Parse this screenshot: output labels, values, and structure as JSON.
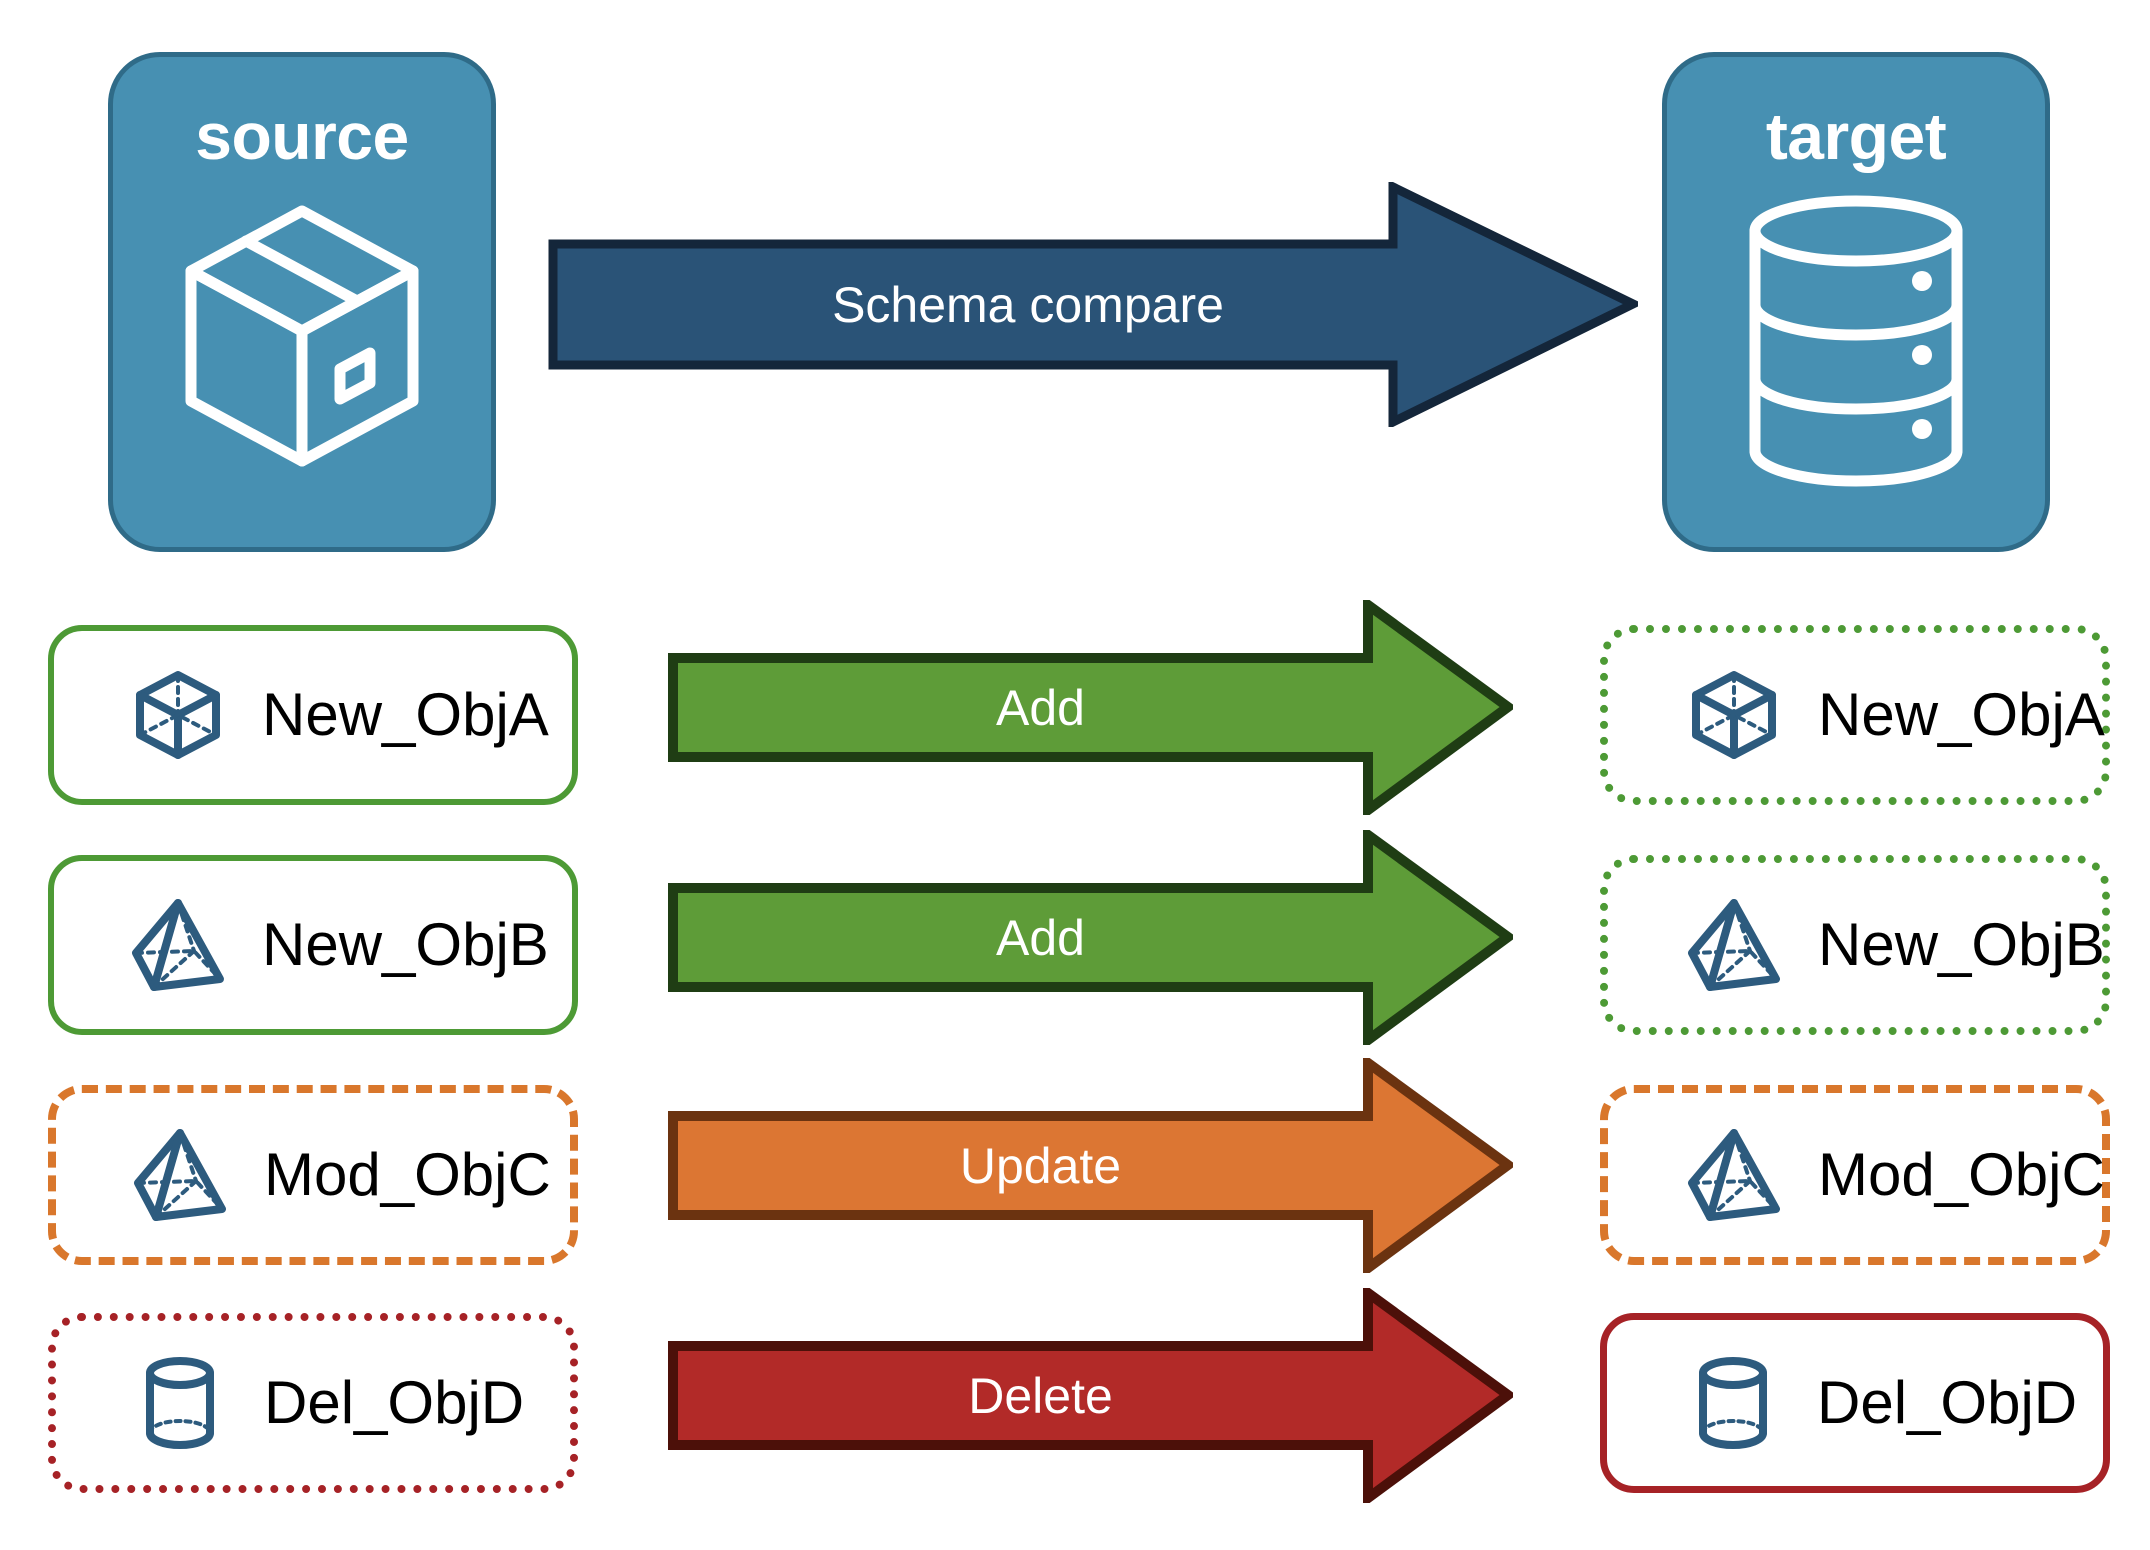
{
  "diagram": {
    "title": "Schema compare between source and target",
    "endpoints": {
      "source": {
        "label": "source",
        "icon": "package-box-icon"
      },
      "target": {
        "label": "target",
        "icon": "database-cylinder-icon"
      }
    },
    "main_arrow": {
      "label": "Schema compare",
      "fill": "#2A5377",
      "stroke": "#14263A",
      "direction": "right"
    },
    "rows": [
      {
        "action": "Add",
        "arrow_fill": "#5E9C38",
        "arrow_stroke": "#1F3D14",
        "source": {
          "label": "New_ObjA",
          "icon": "wireframe-cube-icon",
          "border_style": "solid",
          "border_color": "#4D9A35"
        },
        "target": {
          "label": "New_ObjA",
          "icon": "wireframe-cube-icon",
          "border_style": "dotted",
          "border_color": "#4D9A35"
        }
      },
      {
        "action": "Add",
        "arrow_fill": "#5E9C38",
        "arrow_stroke": "#1F3D14",
        "source": {
          "label": "New_ObjB",
          "icon": "wireframe-pyramid-icon",
          "border_style": "solid",
          "border_color": "#4D9A35"
        },
        "target": {
          "label": "New_ObjB",
          "icon": "wireframe-pyramid-icon",
          "border_style": "dotted",
          "border_color": "#4D9A35"
        }
      },
      {
        "action": "Update",
        "arrow_fill": "#DC7633",
        "arrow_stroke": "#6B3310",
        "source": {
          "label": "Mod_ObjC",
          "icon": "wireframe-pyramid-icon",
          "border_style": "dashed",
          "border_color": "#D9772C"
        },
        "target": {
          "label": "Mod_ObjC",
          "icon": "wireframe-pyramid-icon",
          "border_style": "dashed",
          "border_color": "#D9772C"
        }
      },
      {
        "action": "Delete",
        "arrow_fill": "#B22A28",
        "arrow_stroke": "#4C1009",
        "source": {
          "label": "Del_ObjD",
          "icon": "wireframe-cylinder-icon",
          "border_style": "dotted",
          "border_color": "#A62226"
        },
        "target": {
          "label": "Del_ObjD",
          "icon": "wireframe-cylinder-icon",
          "border_style": "solid",
          "border_color": "#A62226"
        }
      }
    ],
    "colors": {
      "endpoint_fill": "#4790B2",
      "endpoint_stroke": "#2F6B88",
      "object_icon": "#2D5B7E",
      "add_green": "#5E9C38",
      "update_orange": "#DC7633",
      "delete_red": "#B22A28",
      "compare_blue": "#2A5377",
      "text_dark": "#000000",
      "text_light": "#FFFFFF",
      "canvas": "#FFFFFF"
    }
  }
}
